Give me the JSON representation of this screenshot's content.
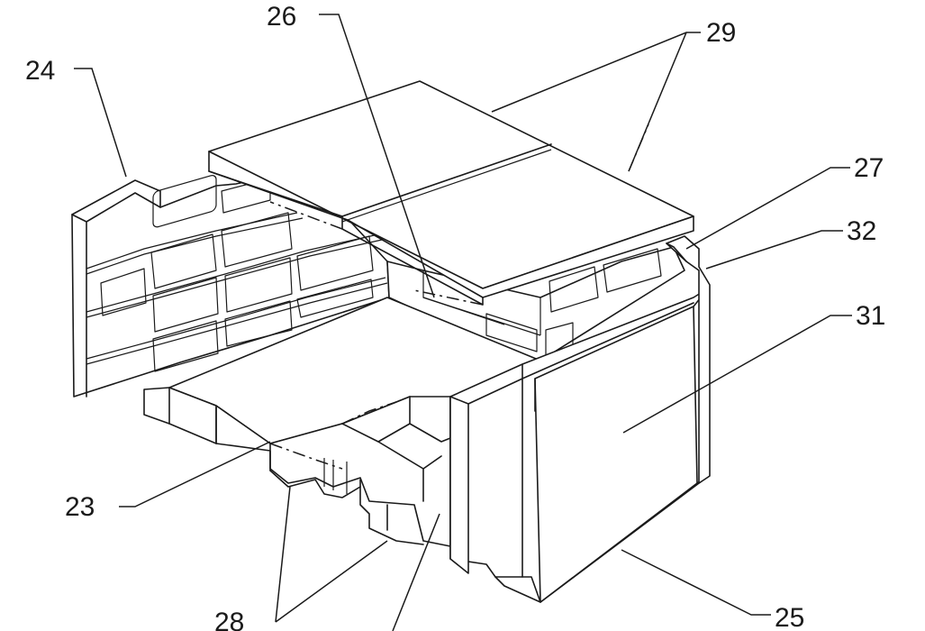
{
  "figure": {
    "reference_numerals": {
      "r23": "23",
      "r24": "24",
      "r25": "25",
      "r26": "26",
      "r27": "27",
      "r28": "28",
      "r29": "29",
      "r31": "31",
      "r32": "32"
    }
  }
}
